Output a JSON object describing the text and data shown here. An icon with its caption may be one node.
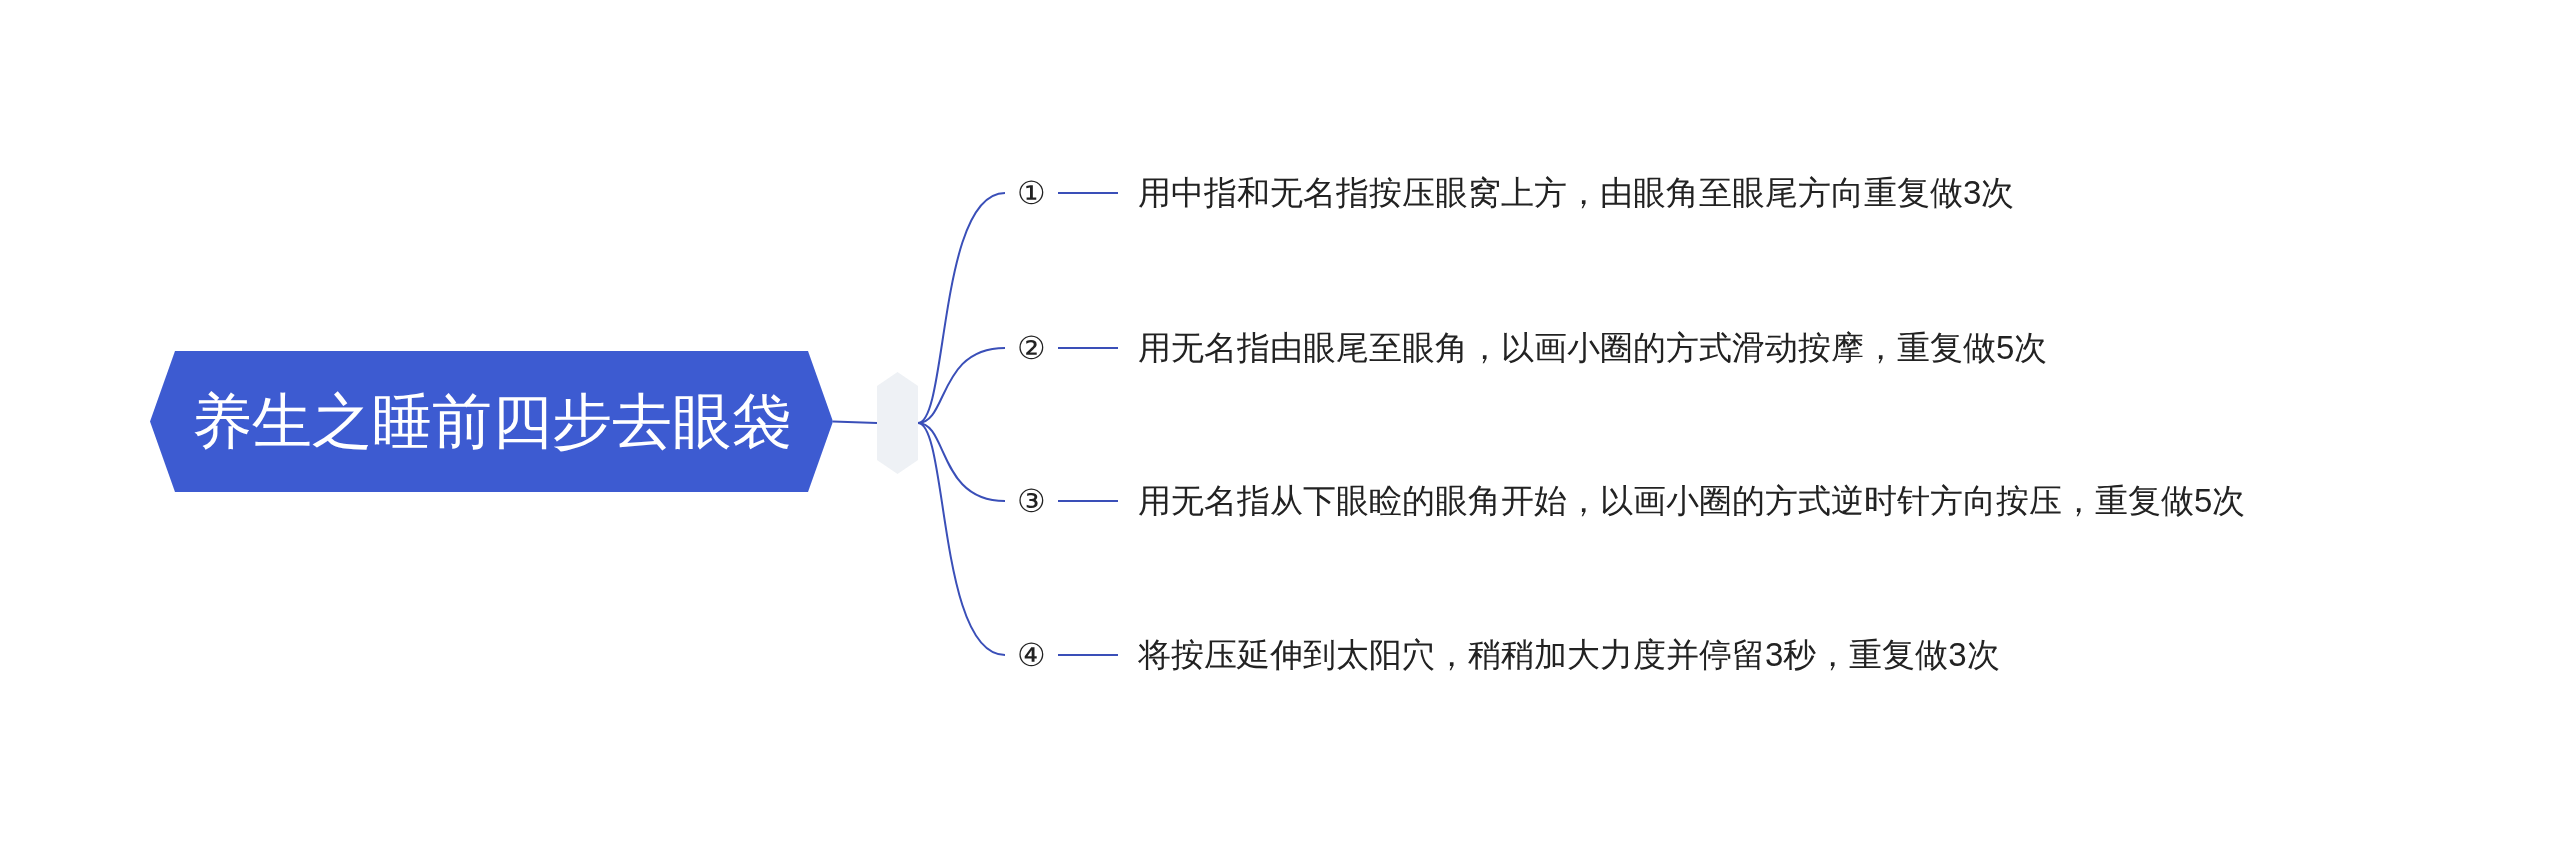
{
  "diagram": {
    "nodes": [
      {
        "text": [
          "养生之睡前四步去眼袋"
        ]
      },
      {
        "text": [],
        "shape": "hexagon"
      },
      {
        "text": [
          "①"
        ]
      },
      {
        "text": [
          "②"
        ]
      },
      {
        "text": [
          "③"
        ]
      },
      {
        "text": [
          "④"
        ]
      },
      {
        "text": [
          "用中指和无名指按压眼窝上方，由眼角至眼尾方向重复做3次"
        ]
      },
      {
        "text": [
          "用无名指由眼尾至眼角，以画小圈的方式滑动按摩，重复做5次"
        ]
      },
      {
        "text": [
          "用无名指从下眼睑的眼角开始，以画小圈的方式逆时针方向按压，重复做5次"
        ]
      },
      {
        "text": [
          "将按压延伸到太阳穴，稍稍加大力度并停留3秒，重复做3次"
        ]
      }
    ],
    "edges": [
      {
        "from": 0,
        "to": 1,
        "arrow": "none"
      },
      {
        "from": 1,
        "to": 2,
        "arrow": "none"
      },
      {
        "from": 1,
        "to": 3,
        "arrow": "none"
      },
      {
        "from": 1,
        "to": 4,
        "arrow": "none"
      },
      {
        "from": 1,
        "to": 5,
        "arrow": "none"
      },
      {
        "from": 2,
        "to": 6,
        "arrow": "none"
      },
      {
        "from": 3,
        "to": 7,
        "arrow": "none"
      },
      {
        "from": 4,
        "to": 8,
        "arrow": "none"
      },
      {
        "from": 5,
        "to": 9,
        "arrow": "none"
      }
    ]
  }
}
